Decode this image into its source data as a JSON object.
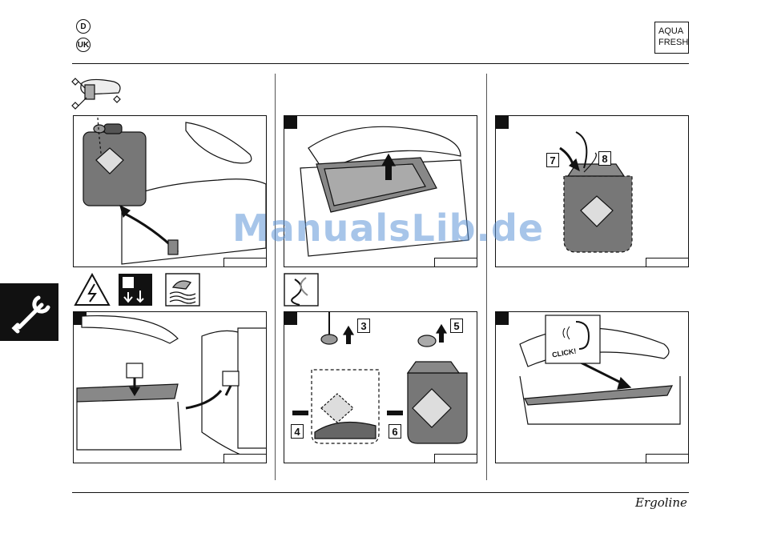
{
  "header": {
    "lang_de": "D",
    "lang_uk": "UK",
    "brand_line1": "AQUA",
    "brand_line2": "FRESH"
  },
  "step_numbers": [
    "3",
    "4",
    "5",
    "6",
    "7",
    "8"
  ],
  "click_label": "CLICK!",
  "canister_label": "AQUA FRESH",
  "watermark": "ManualsLib.de",
  "footer": {
    "signature": "Ergoline"
  },
  "icons": {
    "tool_tab": "wrench-icon",
    "warning": "electric-warning-icon",
    "unplug": "power-disconnect-icon",
    "hot": "hot-surface-icon",
    "rotate": "rotate-icon",
    "tool_diagram": "sunbed-unit-icon"
  }
}
